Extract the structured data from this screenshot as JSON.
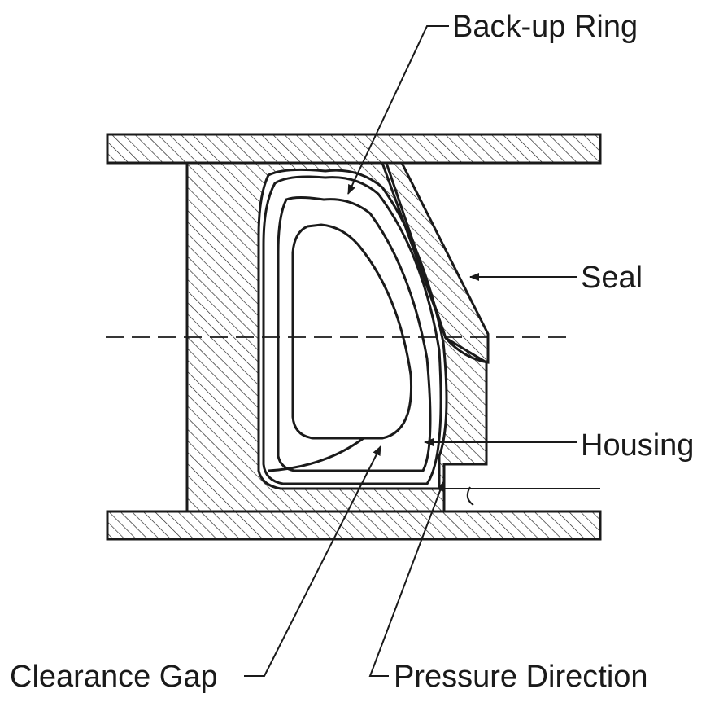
{
  "labels": {
    "backup_ring": "Back-up Ring",
    "seal": "Seal",
    "housing": "Housing",
    "clearance_gap": "Clearance Gap",
    "pressure_direction": "Pressure Direction"
  },
  "colors": {
    "ink": "#1a1a1a",
    "background": "#ffffff"
  }
}
